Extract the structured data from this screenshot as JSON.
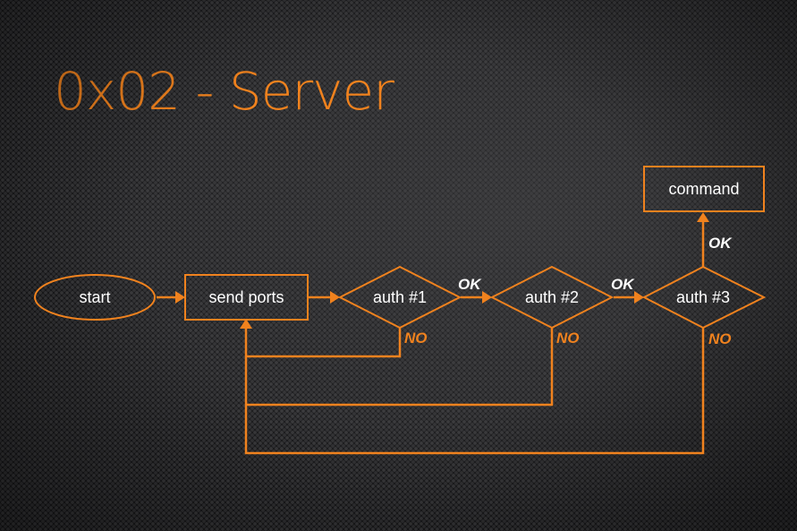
{
  "title": "0x02 - Server",
  "colors": {
    "accent": "#f0821e",
    "text": "#ffffff"
  },
  "nodes": {
    "start": "start",
    "send_ports": "send ports",
    "auth1": "auth #1",
    "auth2": "auth #2",
    "auth3": "auth #3",
    "command": "command"
  },
  "edges": {
    "auth1_to_auth2": "OK",
    "auth2_to_auth3": "OK",
    "auth3_to_command": "OK",
    "auth1_fail": "NO",
    "auth2_fail": "NO",
    "auth3_fail": "NO"
  }
}
